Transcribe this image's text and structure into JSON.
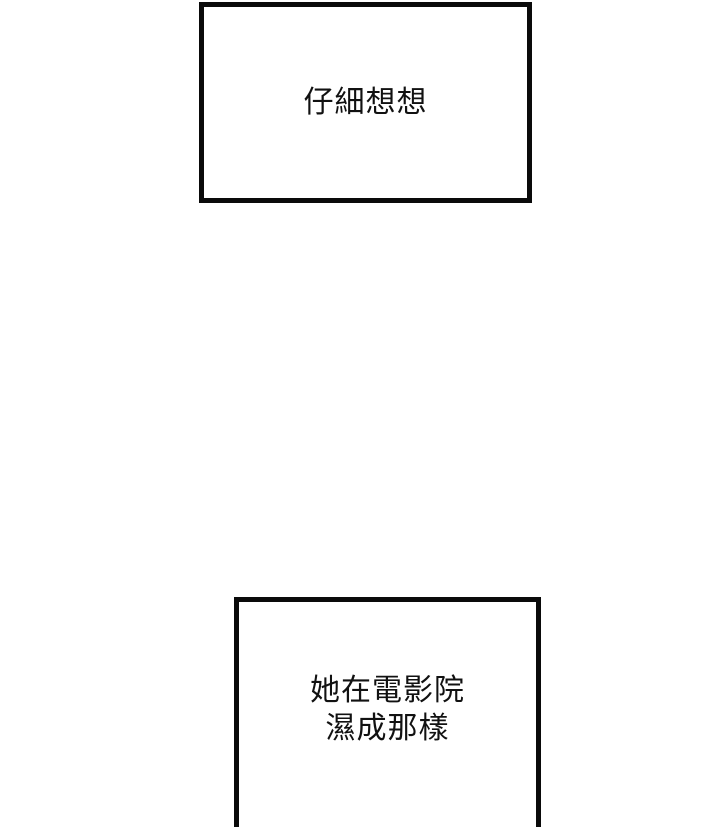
{
  "panels": [
    {
      "id": "panel-1",
      "lines": [
        "仔細想想"
      ]
    },
    {
      "id": "panel-2",
      "lines": [
        "她在電影院",
        "濕成那樣"
      ]
    }
  ],
  "colors": {
    "background": "#ffffff",
    "border": "#0a0a0a",
    "text": "#111111"
  }
}
